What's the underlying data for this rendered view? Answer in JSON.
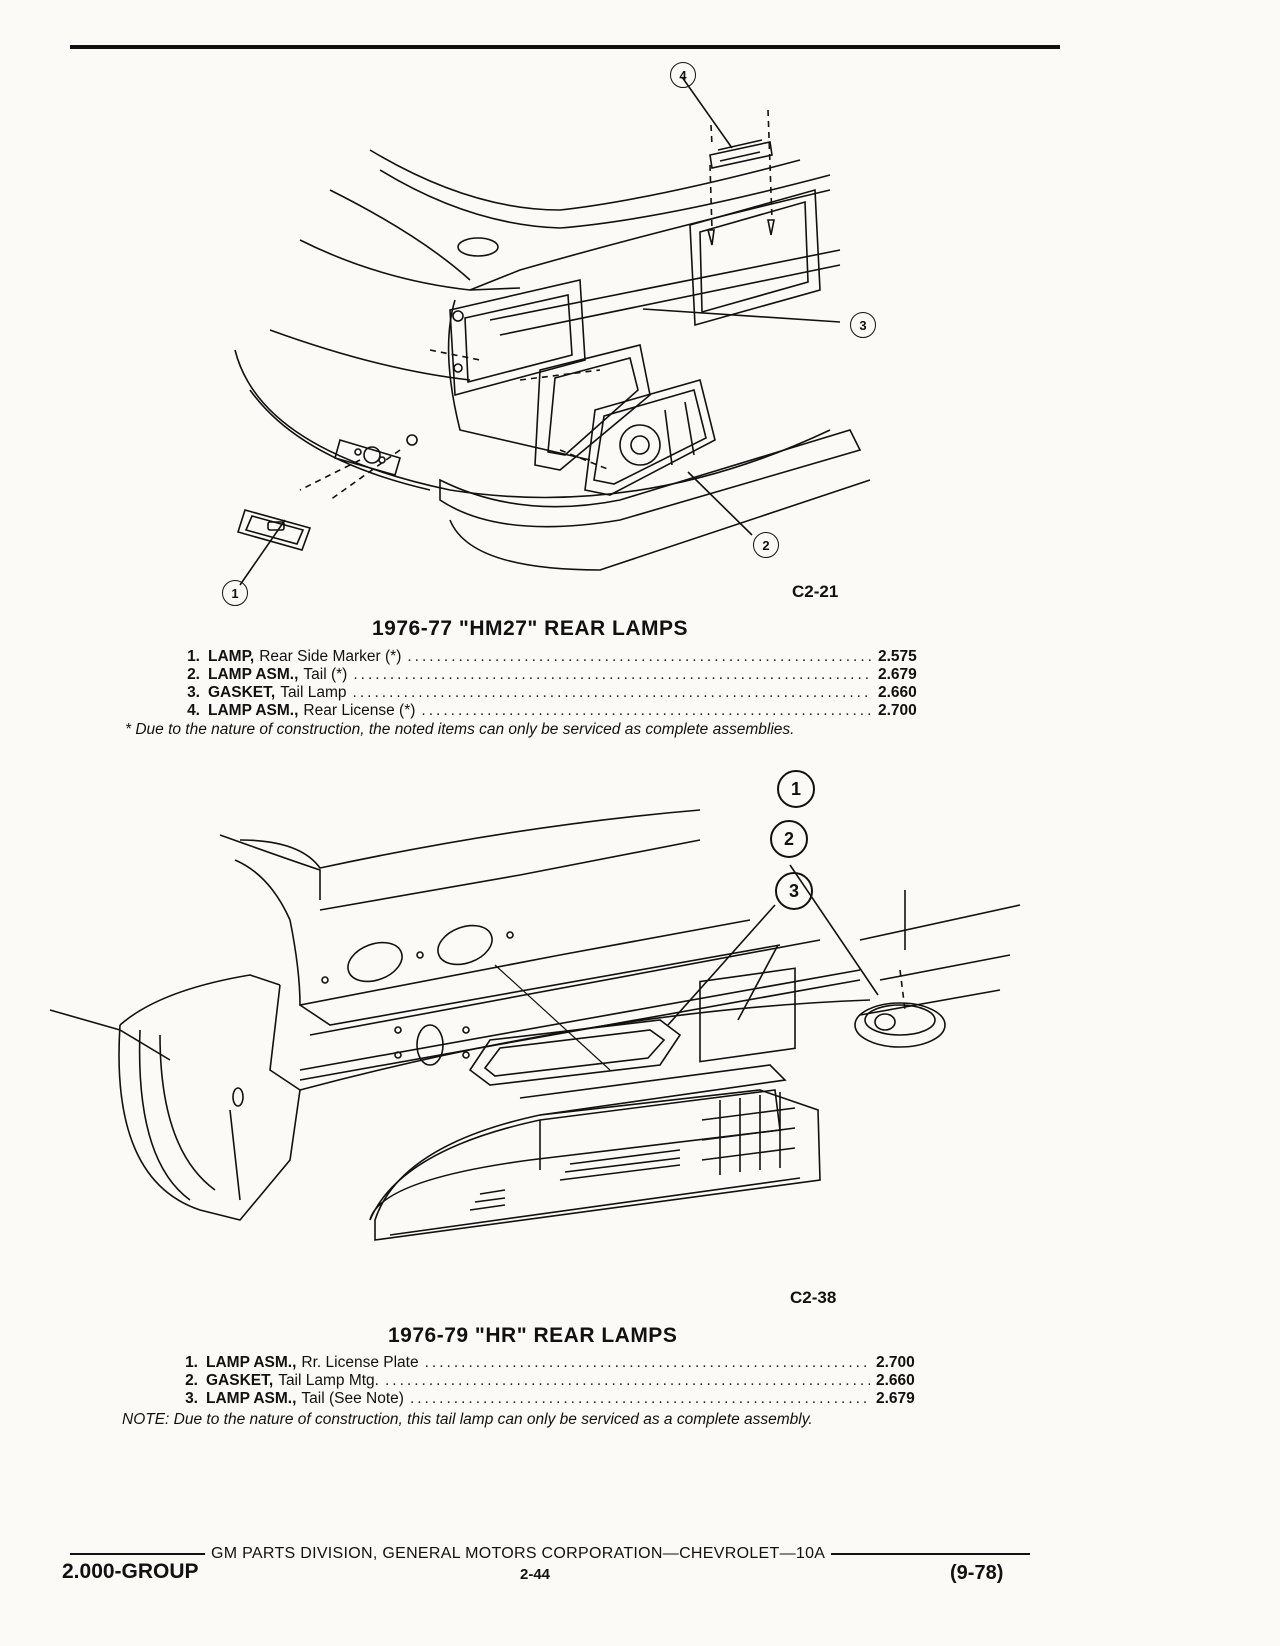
{
  "figure1": {
    "code": "C2-21",
    "callouts": [
      "1",
      "2",
      "3",
      "4"
    ]
  },
  "section1": {
    "title": "1976-77 \"HM27\" REAR LAMPS",
    "items": [
      {
        "num": "1.",
        "name": "LAMP,",
        "desc": "Rear Side Marker (*)",
        "group": "2.575"
      },
      {
        "num": "2.",
        "name": "LAMP ASM.,",
        "desc": "Tail (*)",
        "group": "2.679"
      },
      {
        "num": "3.",
        "name": "GASKET,",
        "desc": "Tail Lamp",
        "group": "2.660"
      },
      {
        "num": "4.",
        "name": "LAMP ASM.,",
        "desc": "Rear License (*)",
        "group": "2.700"
      }
    ],
    "note": "* Due to the nature of construction, the noted items can only be serviced as complete assemblies."
  },
  "figure2": {
    "code": "C2-38",
    "callouts": [
      "1",
      "2",
      "3"
    ]
  },
  "section2": {
    "title": "1976-79 \"HR\" REAR LAMPS",
    "items": [
      {
        "num": "1.",
        "name": "LAMP ASM.,",
        "desc": "Rr. License Plate",
        "group": "2.700"
      },
      {
        "num": "2.",
        "name": "GASKET,",
        "desc": "Tail Lamp Mtg.",
        "group": "2.660"
      },
      {
        "num": "3.",
        "name": "LAMP ASM.,",
        "desc": "Tail (See Note)",
        "group": "2.679"
      }
    ],
    "note": "NOTE: Due to the nature of construction, this tail lamp can only be serviced as a complete assembly."
  },
  "footer": {
    "publisher": "GM PARTS DIVISION, GENERAL MOTORS CORPORATION—CHEVROLET—10A",
    "group": "2.000-GROUP",
    "page": "2-44",
    "date": "(9-78)"
  }
}
